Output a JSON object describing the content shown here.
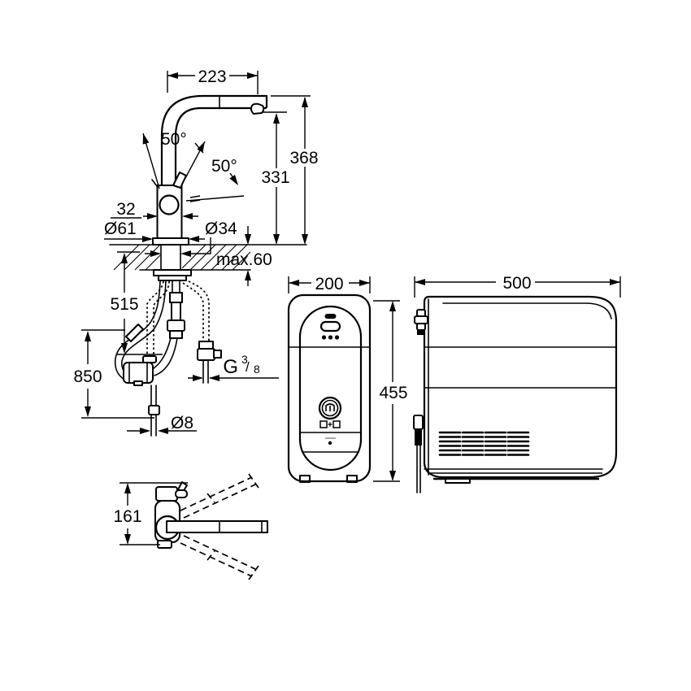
{
  "drawing": {
    "faucet_side": {
      "spout_reach": "223",
      "height_total": "368",
      "height_spout_outlet": "331",
      "handle_swing_left": "50°",
      "handle_swing_right": "50°",
      "body_width": "32",
      "base_diameter": "Ø61",
      "mount_hole_diameter": "Ø34",
      "max_counter_thickness": "max.60",
      "clearance_below_counter": "515",
      "hose_loop_length": "850",
      "hose_tube_diameter": "Ø8",
      "thread_g": "G",
      "thread_sup": "3",
      "thread_slash": "/",
      "thread_sub": "8"
    },
    "faucet_top": {
      "body_depth": "161"
    },
    "cooler_front": {
      "width": "200",
      "height": "455"
    },
    "cooler_side": {
      "depth": "500"
    }
  },
  "icons": {
    "status_pill": "status-pill-icon",
    "power_button": "power-button-icon",
    "led_dots": "led-dots-icon",
    "carbonation_dial": "carbonation-dial-icon",
    "glasses": "glass-plus-glass-icon",
    "drop": "drop-icon",
    "vent": "vent-grille-icon",
    "plug": "power-plug-icon",
    "inlet": "water-inlet-fitting-icon"
  },
  "colors": {
    "ink": "#000000",
    "paper": "#ffffff"
  }
}
